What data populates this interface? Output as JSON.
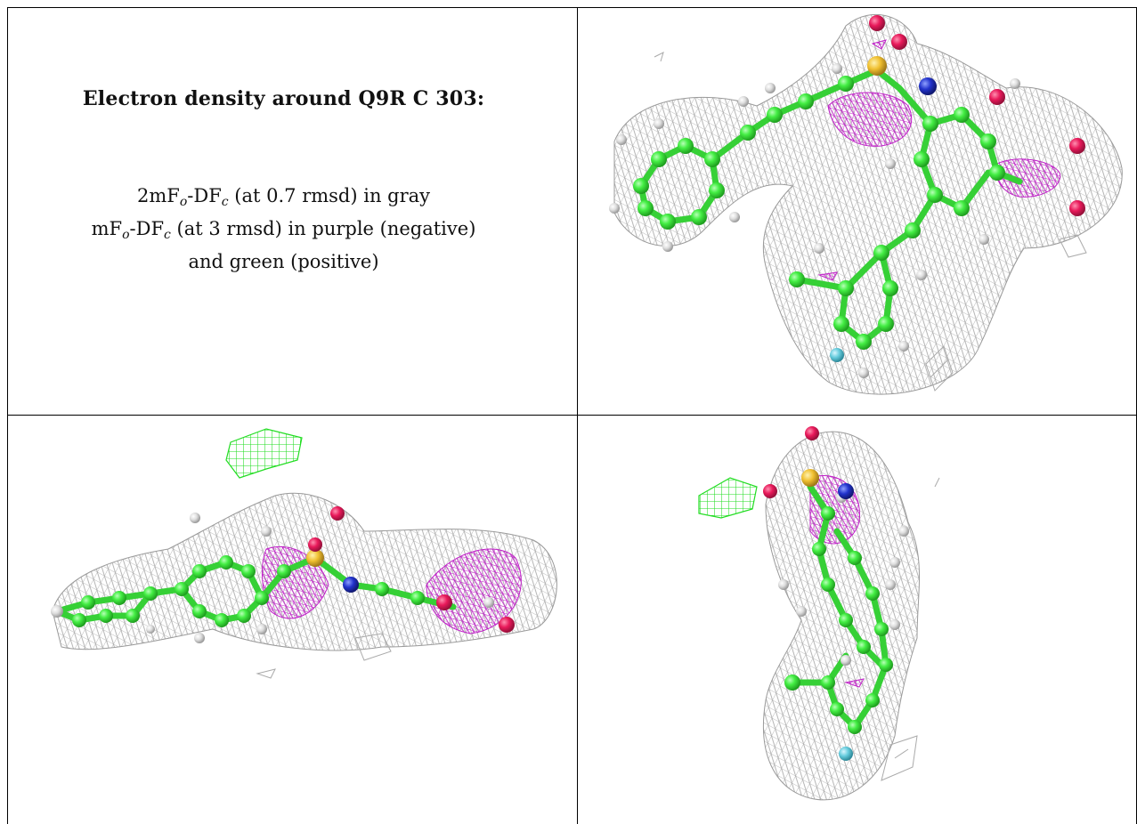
{
  "title": "Electron density around Q9R C 303:",
  "legend": {
    "line1": {
      "a": "2mF",
      "a_sub": "o",
      "b": "-DF",
      "b_sub": "c",
      "rest": " (at 0.7 rmsd) in gray"
    },
    "line2": {
      "a": "mF",
      "a_sub": "o",
      "b": "-DF",
      "b_sub": "c",
      "rest": " (at 3 rmsd) in purple (negative)"
    },
    "line3": "and green (positive)"
  },
  "colors": {
    "mesh_2fofc": "#9a9a9a",
    "mesh_negative": "#c020c8",
    "mesh_positive": "#22dd22",
    "carbon": "#44ee44",
    "hydrogen": "#e6e6e6",
    "oxygen": "#e8195a",
    "sulfur": "#f0c030",
    "nitrogen": "#2233cc",
    "fluorine": "#66ccdd"
  },
  "panels": [
    {
      "name": "view-top-right"
    },
    {
      "name": "view-bottom-left"
    },
    {
      "name": "view-bottom-right"
    }
  ]
}
